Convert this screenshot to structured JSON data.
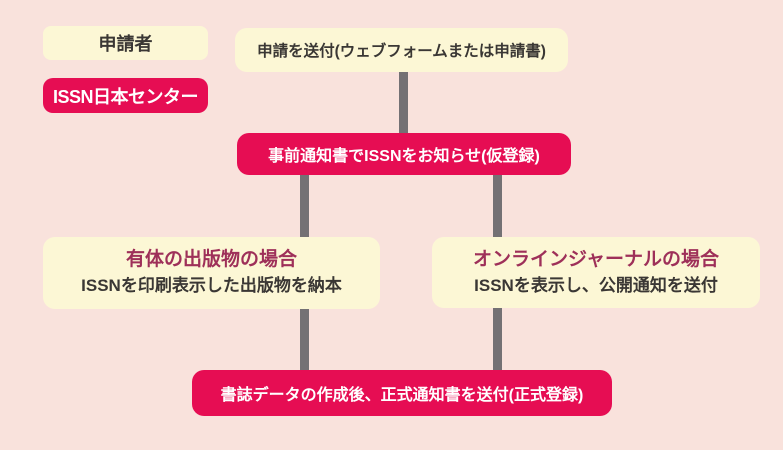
{
  "diagram": {
    "legend": {
      "applicant": "申請者",
      "issn_center": "ISSN日本センター"
    },
    "nodes": {
      "send_application": "申請を送付(ウェブフォームまたは申請書)",
      "provisional": "事前通知書でISSNをお知らせ(仮登録)",
      "physical": {
        "title": "有体の出版物の場合",
        "desc": "ISSNを印刷表示した出版物を納本"
      },
      "online": {
        "title": "オンラインジャーナルの場合",
        "desc": "ISSNを表示し、公開通知を送付"
      },
      "formal": "書誌データの作成後、正式通知書を送付(正式登録)"
    },
    "colors": {
      "background": "#f9e2dc",
      "cream_box": "#fcf7d5",
      "magenta_box": "#e60d53",
      "connector_gray": "#747174",
      "branch_title_text": "#9e3059",
      "dark_text": "#3a3734",
      "white_text": "#ffffff"
    }
  }
}
